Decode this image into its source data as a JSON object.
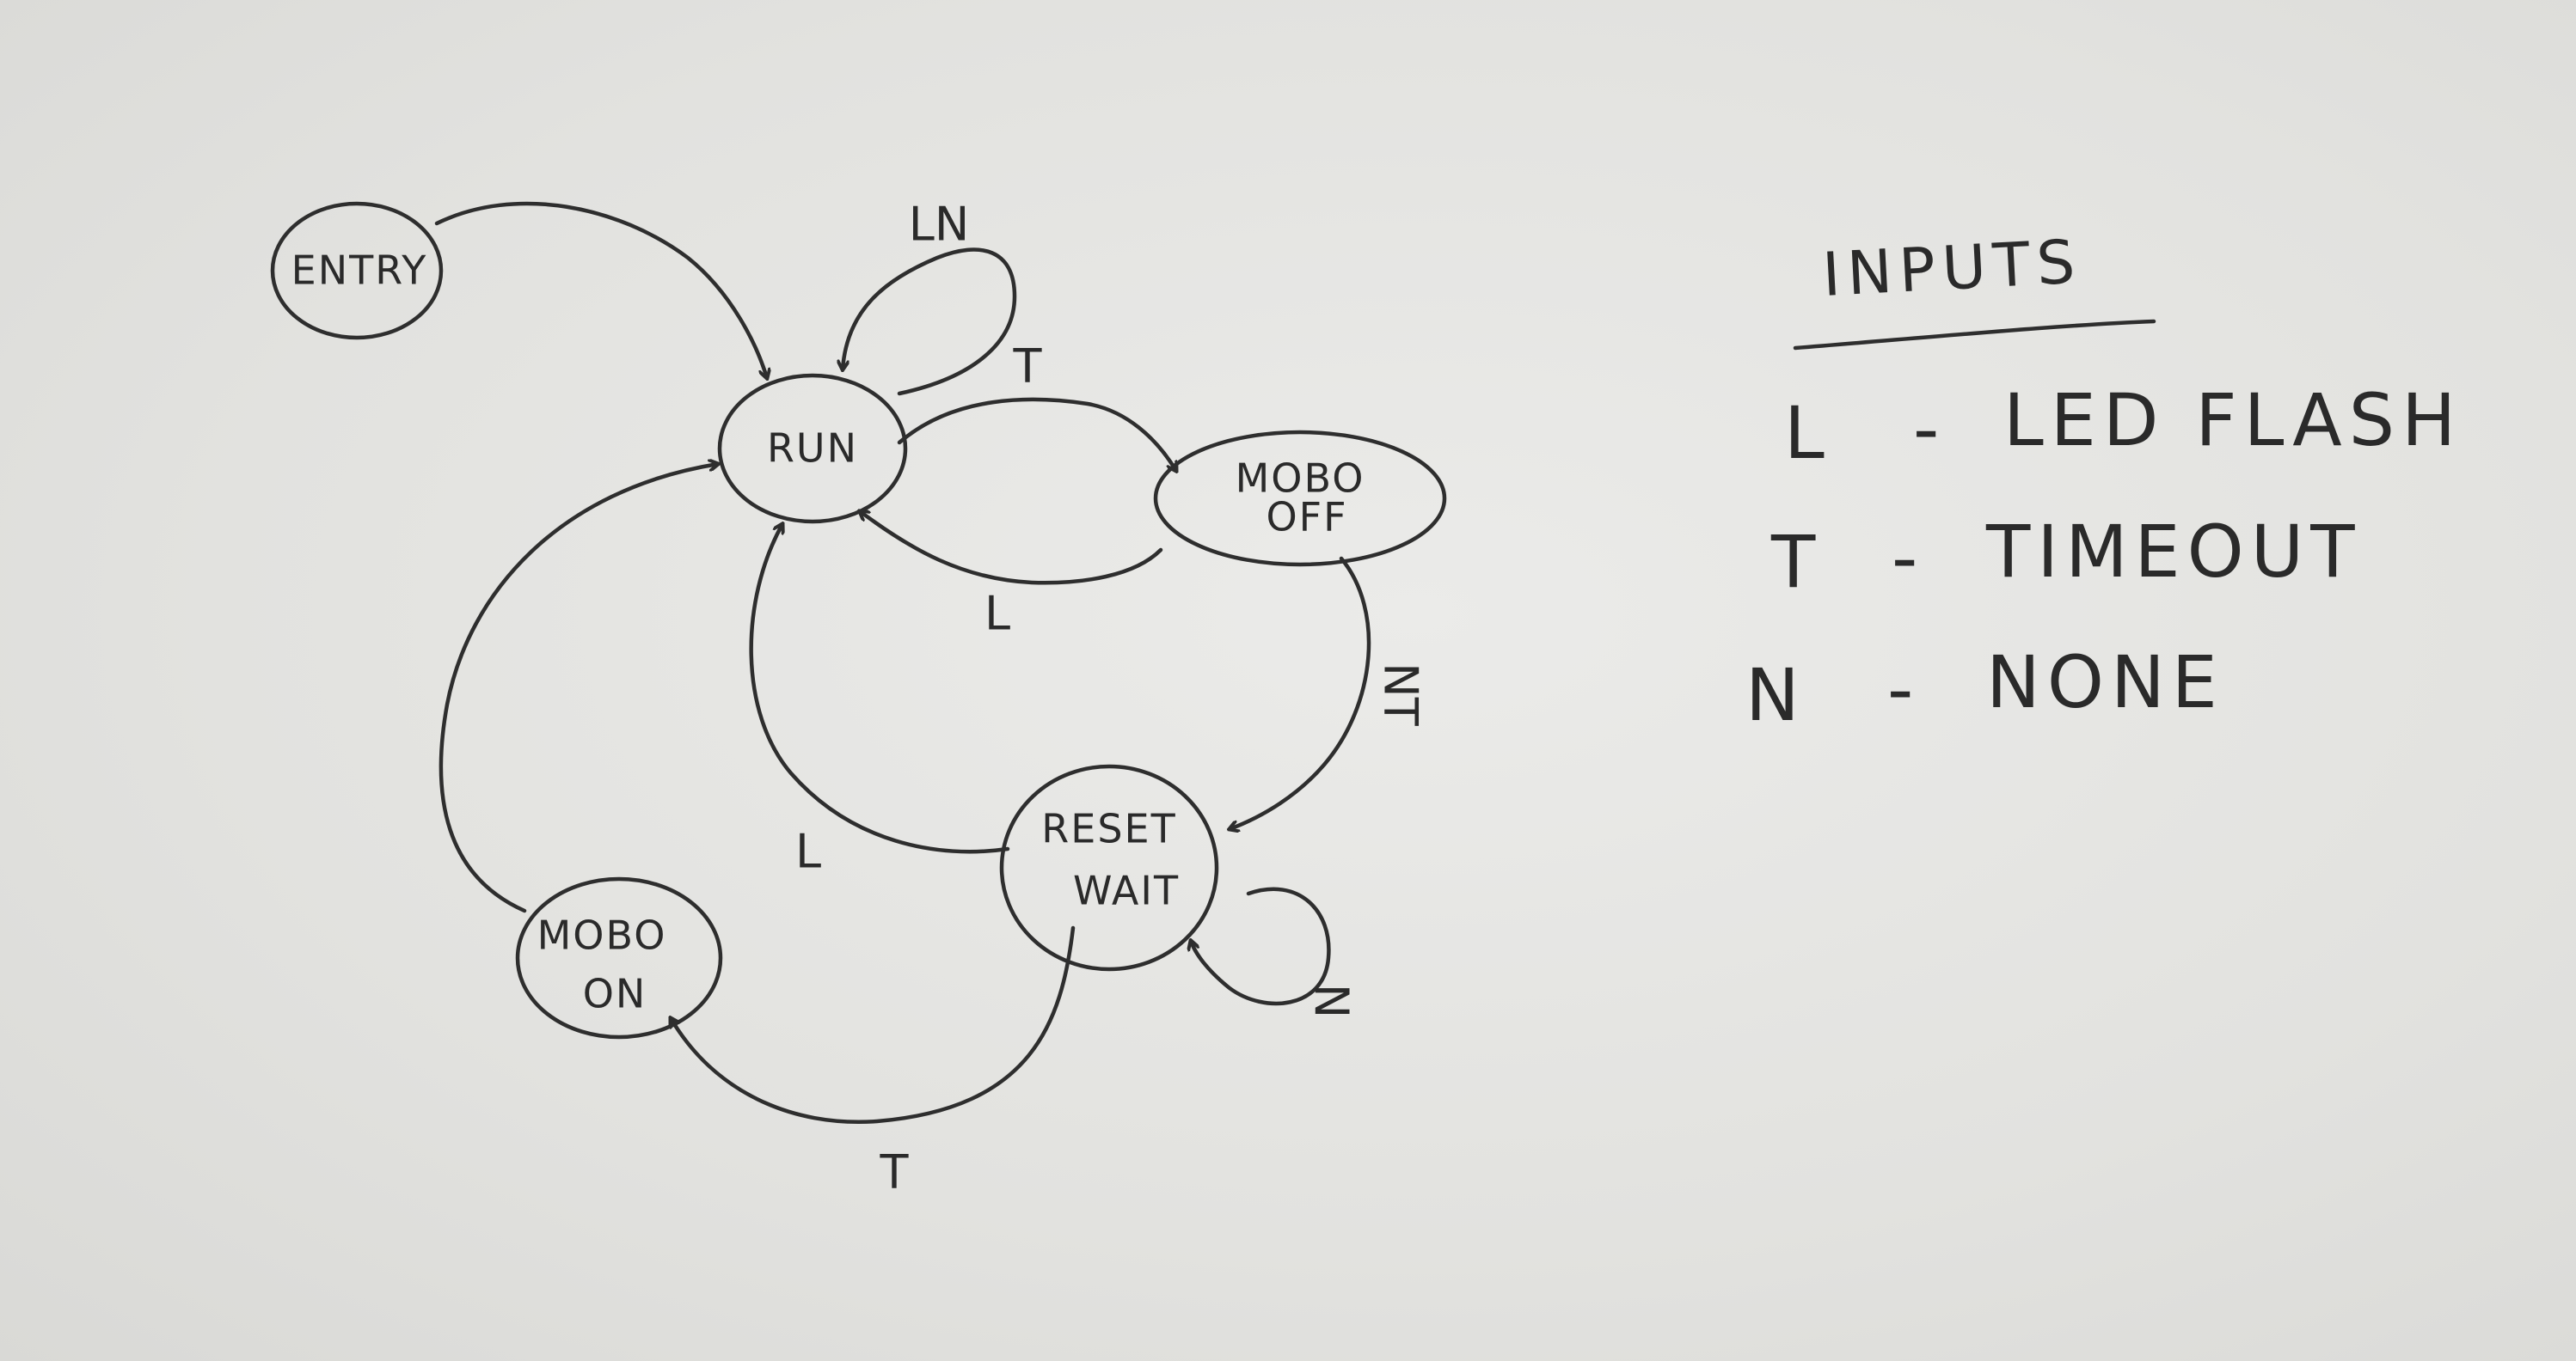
{
  "states": {
    "entry": "ENTRY",
    "run": "RUN",
    "mobo_off": [
      "MOBO",
      "OFF"
    ],
    "reset_wait": [
      "RESET",
      "WAIT"
    ],
    "mobo_on": [
      "MOBO",
      "ON"
    ]
  },
  "transitions": {
    "run_self": "LN",
    "run_to_mobo_off": "T",
    "mobo_off_to_run": "L",
    "mobo_off_to_reset_wait": "NT",
    "reset_wait_to_run": "L",
    "reset_wait_self": "N",
    "reset_wait_to_mobo_on": "T"
  },
  "legend": {
    "title": "INPUTS",
    "items": [
      {
        "key": "L",
        "dash": "-",
        "desc": "LED FLASH"
      },
      {
        "key": "T",
        "dash": "-",
        "desc": "TIMEOUT"
      },
      {
        "key": "N",
        "dash": "-",
        "desc": "NONE"
      }
    ]
  }
}
